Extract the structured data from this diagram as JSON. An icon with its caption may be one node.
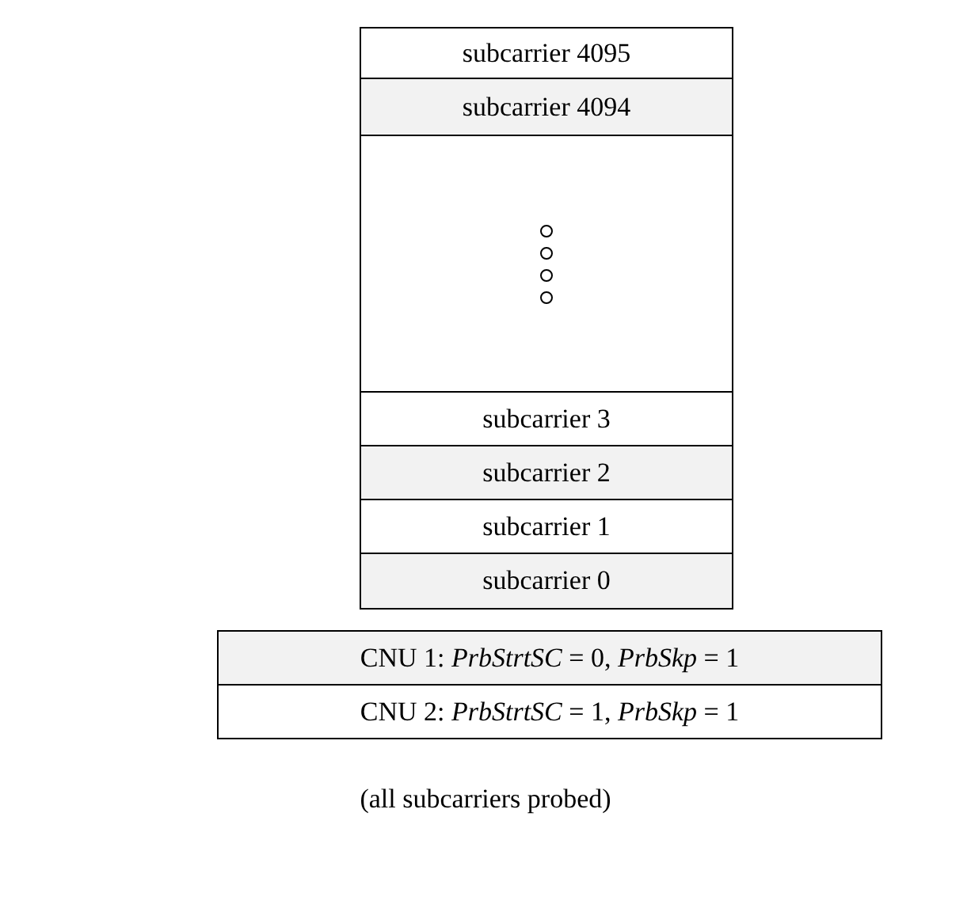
{
  "diagram": {
    "caption": "(all subcarriers probed)",
    "nodes": [
      {
        "text": [
          "subcarrier 4095"
        ]
      },
      {
        "text": [
          "subcarrier 4094"
        ]
      },
      {
        "text": [],
        "shape": "box"
      },
      {
        "text": [
          "subcarrier 3"
        ]
      },
      {
        "text": [
          "subcarrier 2"
        ]
      },
      {
        "text": [
          "subcarrier 1"
        ]
      },
      {
        "text": [
          "subcarrier 0"
        ]
      },
      {
        "text": [
          "CNU 1: *PrbStrtSC* = 0, *PrbSkp* = 1"
        ]
      },
      {
        "text": [
          "CNU 2: *PrbStrtSC* = 1, *PrbSkp* = 1"
        ]
      }
    ],
    "edges": []
  }
}
